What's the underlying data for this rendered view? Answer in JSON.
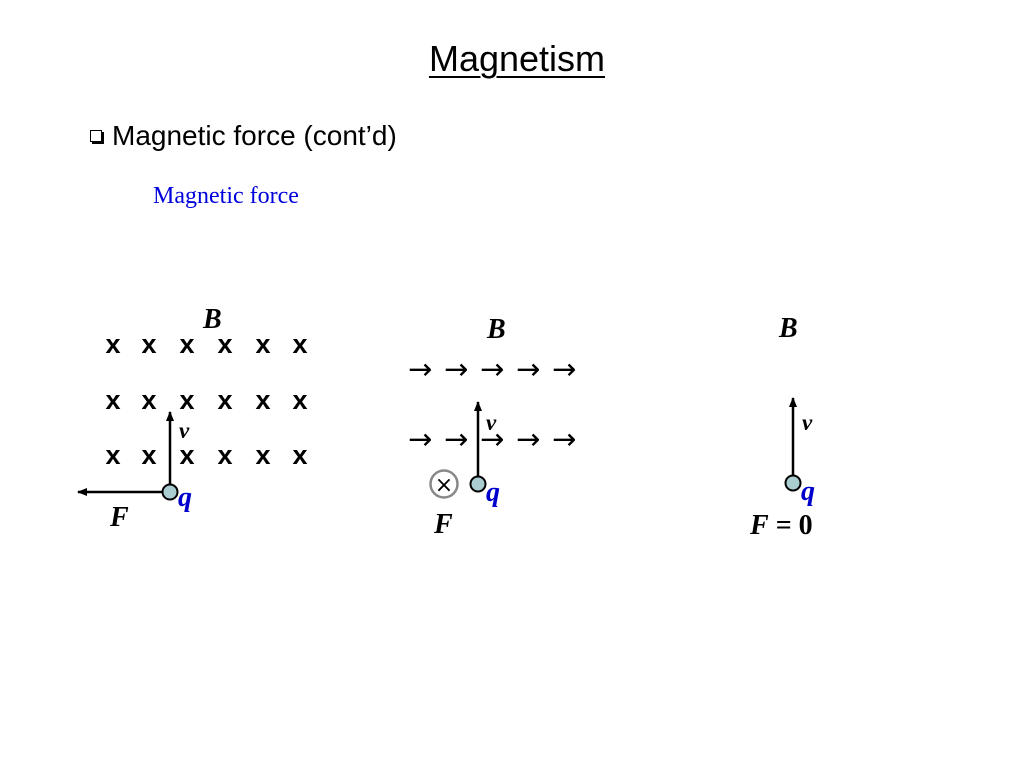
{
  "slide": {
    "title": "Magnetism",
    "bullet": "Magnetic force (cont’d)",
    "subheading": "Magnetic force"
  },
  "colors": {
    "charge_fill": "#a9cdd0",
    "charge_label": "#0000cc",
    "subheading": "#0000dd"
  },
  "glyphs": {
    "field_into_page": "x",
    "field_right": "→",
    "force_into_page": "×"
  },
  "panels": [
    {
      "field_label": "B",
      "velocity_label": "v",
      "charge_label": "q",
      "force_label": "F"
    },
    {
      "field_label": "B",
      "velocity_label": "v",
      "charge_label": "q",
      "force_label": "F"
    },
    {
      "field_label": "B",
      "velocity_label": "v",
      "charge_label": "q",
      "force_label": "F",
      "force_value": " = 0"
    }
  ]
}
